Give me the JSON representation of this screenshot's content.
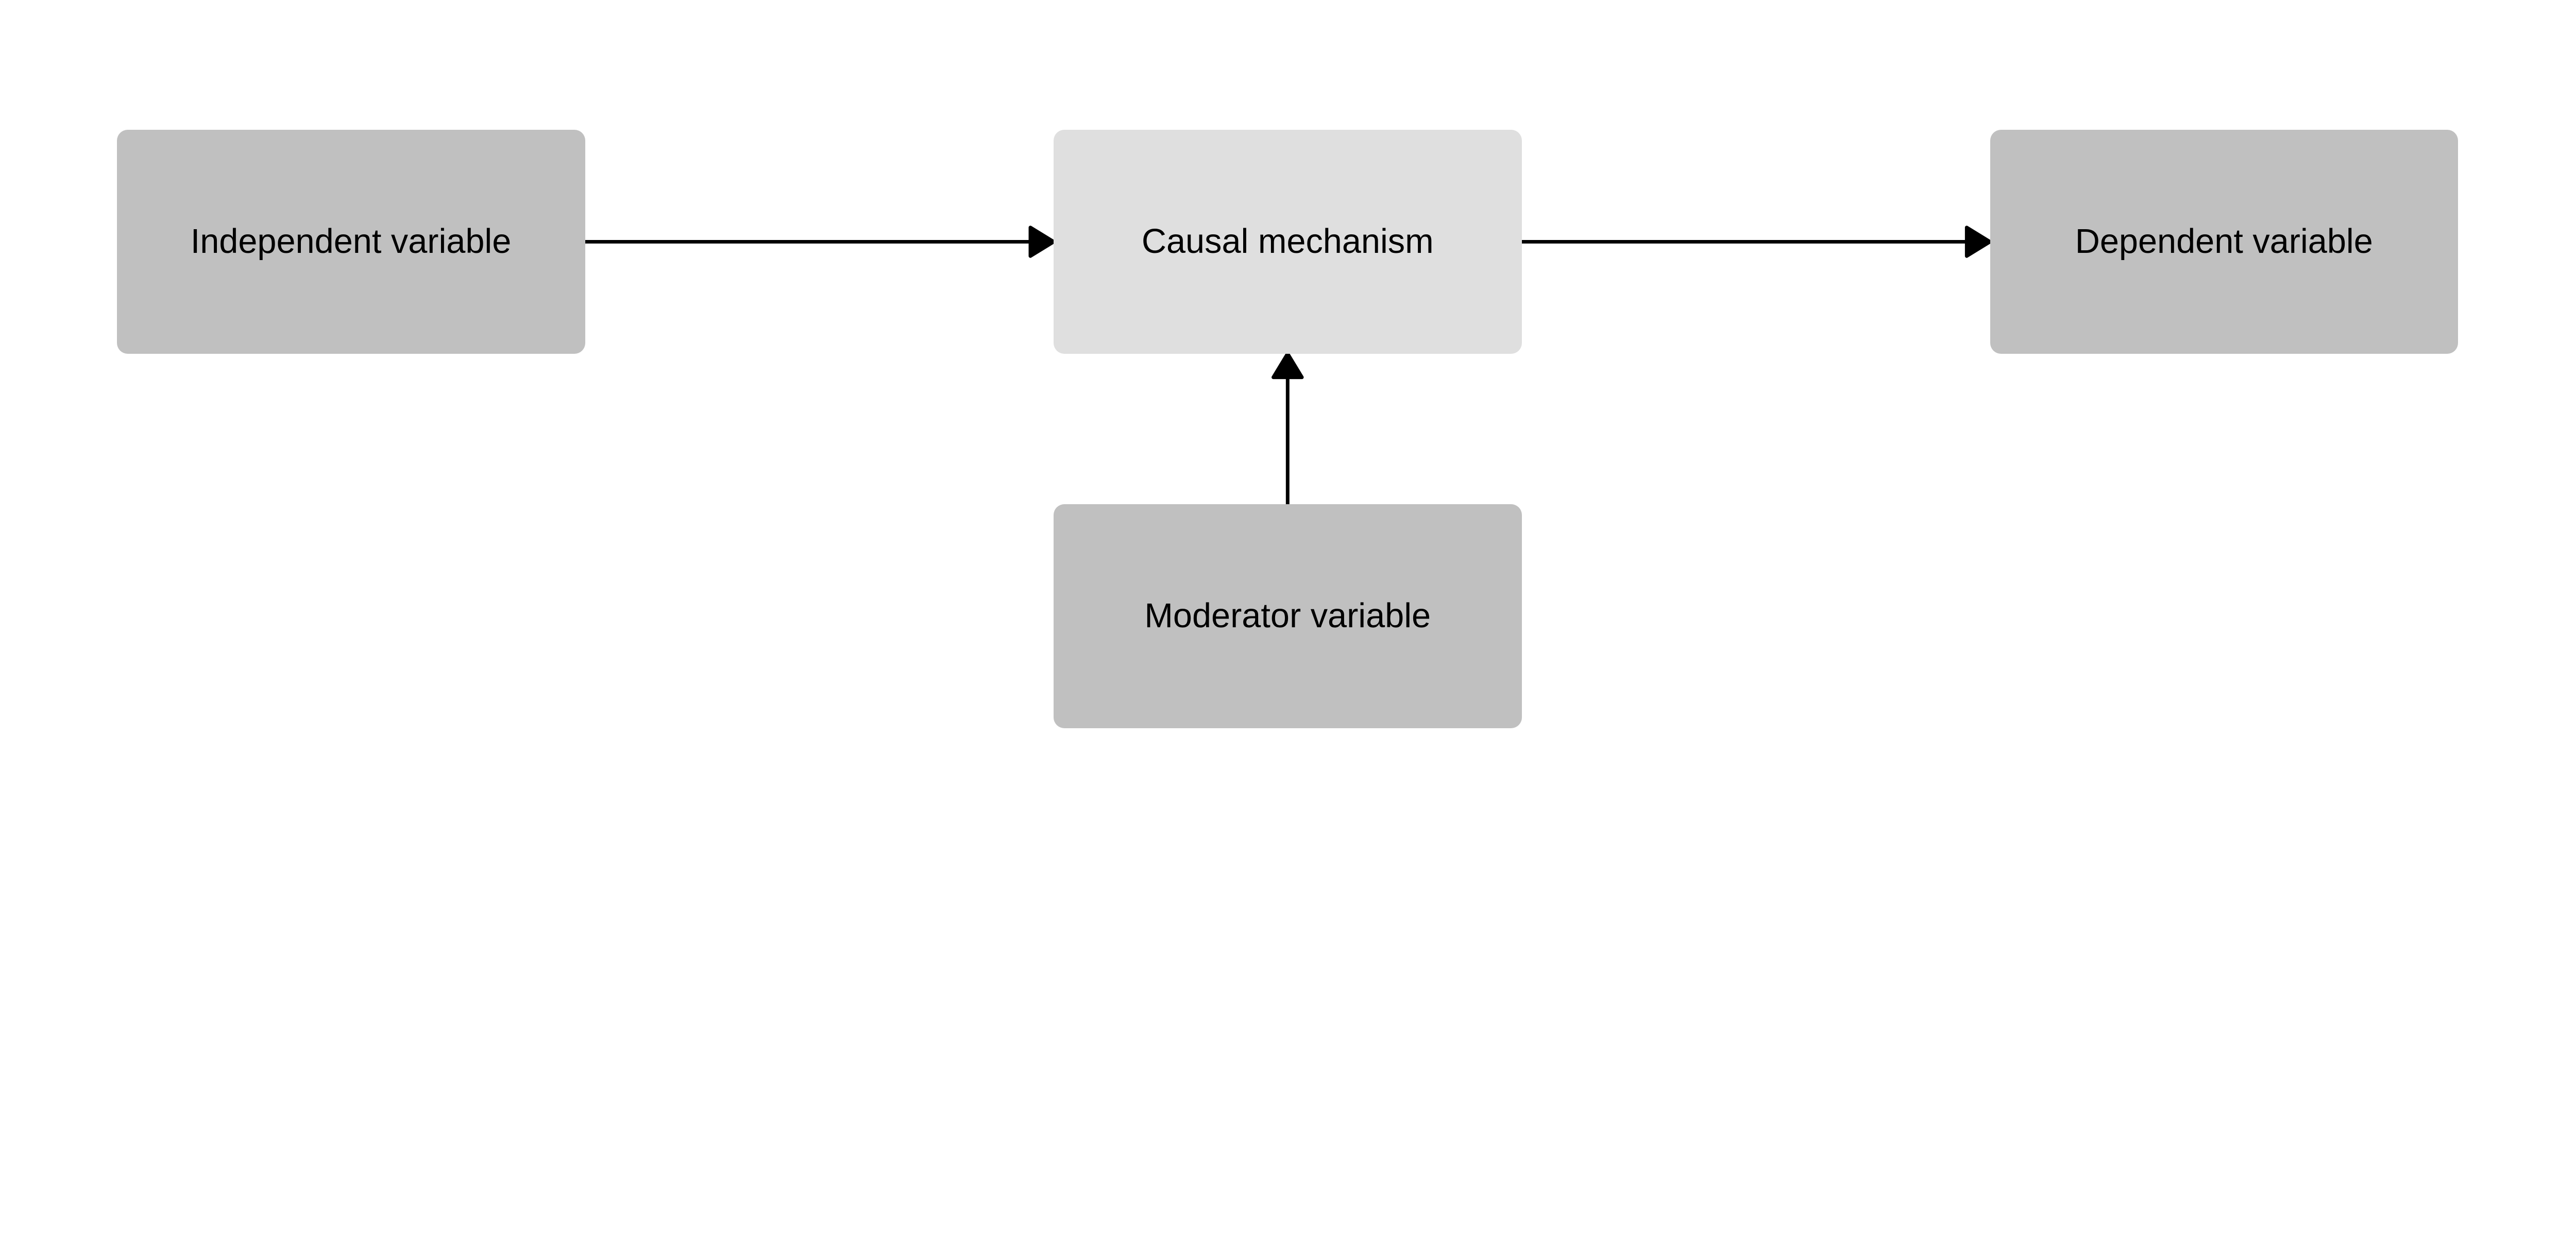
{
  "colors": {
    "variable_fill": "#c0c0c0",
    "mechanism_fill": "#dfdfdf",
    "edge": "#000000"
  },
  "nodes": {
    "independent": {
      "label": "Independent variable"
    },
    "mechanism": {
      "label": "Causal mechanism"
    },
    "dependent": {
      "label": "Dependent variable"
    },
    "moderator": {
      "label": "Moderator variable"
    }
  },
  "edges": [
    {
      "from": "independent",
      "to": "mechanism"
    },
    {
      "from": "mechanism",
      "to": "dependent"
    },
    {
      "from": "moderator",
      "to": "mechanism"
    }
  ]
}
